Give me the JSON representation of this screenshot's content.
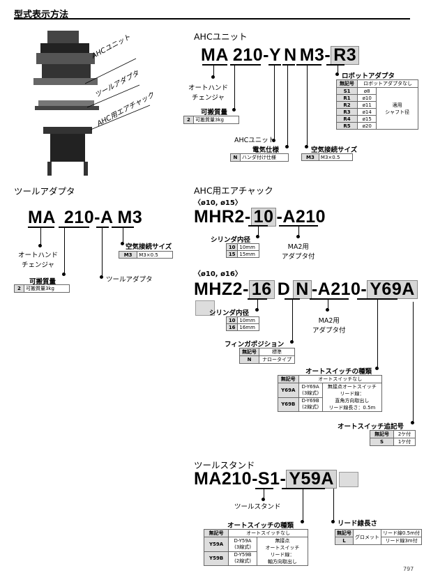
{
  "page_title": "型式表示方法",
  "photo_labels": [
    "AHCユニット",
    "ツールアダプタ",
    "AHC用エアチャック"
  ],
  "ahc": {
    "heading": "AHCユニット",
    "code": [
      "MA",
      "210",
      "-",
      "Y",
      "N",
      "M3",
      "-",
      "R3"
    ],
    "robot_adapter": {
      "label": "ロボットアダプタ",
      "rows": [
        [
          "無記号",
          "ロボットアダプタなし",
          ""
        ],
        [
          "S1",
          "ø8",
          ""
        ],
        [
          "R1",
          "ø10",
          ""
        ],
        [
          "R2",
          "ø11",
          ""
        ],
        [
          "R3",
          "ø14",
          ""
        ],
        [
          "R4",
          "ø15",
          ""
        ],
        [
          "R5",
          "ø20",
          ""
        ]
      ],
      "note": "適用\nシャフト径"
    },
    "auto_hand": "オートハンド\nチェンジャ",
    "payload": {
      "label": "可搬質量",
      "key": "2",
      "value": "可搬質量3kg"
    },
    "unit": "AHCユニット",
    "electric": {
      "label": "電気仕様",
      "key": "N",
      "value": "ハンダ付け仕様"
    },
    "air": {
      "label": "空気接続サイズ",
      "key": "M3",
      "value": "M3×0.5"
    }
  },
  "tool": {
    "heading": "ツールアダプタ",
    "code": [
      "MA",
      "210",
      "-",
      "A",
      "M3"
    ],
    "auto_hand": "オートハンド\nチェンジャ",
    "payload": {
      "label": "可搬質量",
      "key": "2",
      "value": "可搬質量3kg"
    },
    "air": {
      "label": "空気接続サイズ",
      "key": "M3",
      "value": "M3×0.5"
    },
    "adapter": "ツールアダプタ"
  },
  "chuck": {
    "heading": "AHC用エアチャック",
    "mhr": {
      "sub": "〈ø10, ø15〉",
      "code": [
        "MHR2",
        "-",
        "10",
        "-",
        "A210"
      ],
      "cyl_label": "シリンダ内径",
      "cyl_rows": [
        [
          "10",
          "10mm"
        ],
        [
          "15",
          "15mm"
        ]
      ],
      "ma2": "MA2用\nアダプタ付"
    },
    "mhz": {
      "sub": "〈ø10, ø16〉",
      "code": [
        "MHZ2",
        "-",
        "16",
        "D",
        "N",
        "-",
        "A210",
        "-",
        "Y69A"
      ],
      "cyl_label": "シリンダ内径",
      "cyl_rows": [
        [
          "10",
          "10mm"
        ],
        [
          "16",
          "16mm"
        ]
      ],
      "ma2": "MA2用\nアダプタ付",
      "finger_label": "フィンガポジション",
      "finger_rows": [
        [
          "無記号",
          "標準"
        ],
        [
          "N",
          "ナロータイプ"
        ]
      ],
      "switch_label": "オートスイッチの種類",
      "switch_header": [
        "無記号",
        "オートスイッチなし"
      ],
      "switch_rows": [
        [
          "Y69A",
          "D-Y69A\n(3線式)"
        ],
        [
          "Y69B",
          "D-Y69B\n(2線式)"
        ]
      ],
      "switch_note": "無接点オートスイッチ\nリード線：\n直角方向取出し\nリード線長さ：0.5m",
      "qty_label": "オートスイッチ追記号",
      "qty_rows": [
        [
          "無記号",
          "2ケ付"
        ],
        [
          "S",
          "1ケ付"
        ]
      ]
    }
  },
  "stand": {
    "heading": "ツールスタンド",
    "code": [
      "MA210",
      "-",
      "S1",
      "-",
      "Y59A"
    ],
    "stand_label": "ツールスタンド",
    "switch_label": "オートスイッチの種類",
    "switch_header": [
      "無記号",
      "オートスイッチなし"
    ],
    "switch_rows": [
      [
        "Y59A",
        "D-Y59A\n(3線式)"
      ],
      [
        "Y59B",
        "D-Y59B\n(2線式)"
      ]
    ],
    "switch_note": "無接点\nオートスイッチ\nリード線：\n軸方向取出し",
    "lead_label": "リード線長さ",
    "lead_rows": [
      [
        "無記号",
        "",
        "リード線0.5m付"
      ],
      [
        "L",
        "グロメット",
        "リード線3m付"
      ]
    ]
  },
  "page_no": "797"
}
